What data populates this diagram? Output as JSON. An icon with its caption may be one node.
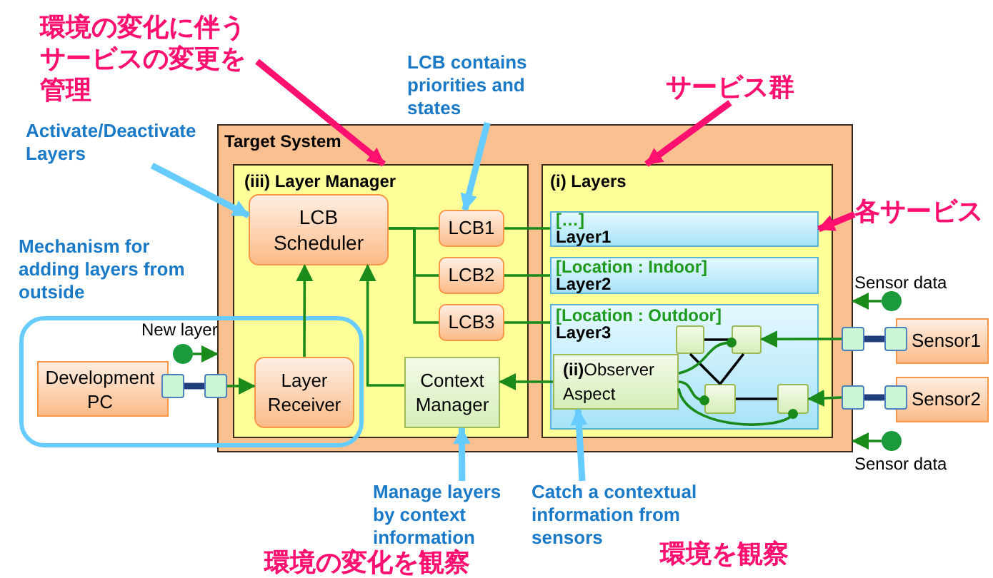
{
  "diagram": {
    "nodes": [
      {
        "text": [
          "Target System"
        ]
      },
      {
        "text": [
          "(iii) Layer Manager"
        ],
        "in": 0
      },
      {
        "text": [
          "LCB Scheduler"
        ],
        "in": 1
      },
      {
        "text": [
          "LCB1"
        ],
        "in": 1
      },
      {
        "text": [
          "LCB2"
        ],
        "in": 1
      },
      {
        "text": [
          "LCB3"
        ],
        "in": 1
      },
      {
        "text": [
          "Layer Receiver"
        ],
        "in": 1
      },
      {
        "text": [
          "Context Manager"
        ],
        "in": 1
      },
      {
        "text": [
          "(i) Layers"
        ],
        "in": 0
      },
      {
        "text": [
          "[…]",
          "Layer1"
        ],
        "in": 8
      },
      {
        "text": [
          "[Location : Indoor]",
          "Layer2"
        ],
        "in": 8
      },
      {
        "text": [
          "[Location : Outdoor]",
          "Layer3"
        ],
        "in": 8
      },
      {
        "text": [
          "**(ii)**Observer Aspect"
        ],
        "in": 11
      },
      {
        "text": [],
        "shape": "box",
        "in": 11
      },
      {
        "text": [],
        "shape": "box",
        "in": 11
      },
      {
        "text": [],
        "shape": "box",
        "in": 11
      },
      {
        "text": [],
        "shape": "box",
        "in": 11
      },
      {
        "text": [
          "Development PC"
        ]
      },
      {
        "text": [],
        "shape": "box"
      },
      {
        "text": [],
        "shape": "box"
      },
      {
        "text": [
          "Sensor1"
        ]
      },
      {
        "text": [
          "Sensor2"
        ]
      },
      {
        "text": [],
        "shape": "box"
      },
      {
        "text": [],
        "shape": "box"
      },
      {
        "text": [],
        "shape": "box"
      },
      {
        "text": [],
        "shape": "box"
      },
      {
        "text": [
          "環境の変化に伴うサービスの変更を管理"
        ]
      },
      {
        "text": [
          "LCB contains priorities and states"
        ]
      },
      {
        "text": [
          "Activate/Deactivate Layers"
        ]
      },
      {
        "text": [
          "サービス群"
        ]
      },
      {
        "text": [
          "各サービス"
        ]
      },
      {
        "text": [
          "Manage layers by context information"
        ]
      },
      {
        "text": [
          "Catch a contextual information from sensors"
        ]
      },
      {
        "text": [],
        "shape": "circle"
      },
      {
        "text": [],
        "shape": "circle"
      },
      {
        "text": [],
        "shape": "circle"
      }
    ],
    "edges": [
      {
        "from": 6,
        "to": 2,
        "arrow": "to"
      },
      {
        "from": 7,
        "to": 2,
        "arrow": "to"
      },
      {
        "from": 2,
        "to": 3,
        "arrow": "none"
      },
      {
        "from": 2,
        "to": 4,
        "arrow": "none"
      },
      {
        "from": 2,
        "to": 5,
        "arrow": "none"
      },
      {
        "from": 3,
        "to": 9,
        "arrow": "none"
      },
      {
        "from": 4,
        "to": 10,
        "arrow": "none"
      },
      {
        "from": 5,
        "to": 11,
        "arrow": "none"
      },
      {
        "from": 12,
        "to": 7,
        "arrow": "to"
      },
      {
        "from": 18,
        "to": 19,
        "arrow": "none",
        "style": "thick",
        "color": "#1f3f7a"
      },
      {
        "from": 19,
        "to": 6,
        "arrow": "to"
      },
      {
        "from": 23,
        "to": 22,
        "arrow": "none",
        "style": "thick",
        "color": "#1f3f7a"
      },
      {
        "from": 22,
        "to": 14,
        "arrow": "to"
      },
      {
        "from": 25,
        "to": 24,
        "arrow": "none",
        "style": "thick",
        "color": "#1f3f7a"
      },
      {
        "from": 24,
        "to": 16,
        "arrow": "to"
      },
      {
        "from": 13,
        "to": 14,
        "arrow": "none",
        "color": "#000000"
      },
      {
        "from": 13,
        "to": 15,
        "arrow": "none",
        "color": "#000000"
      },
      {
        "from": 14,
        "to": 15,
        "arrow": "none",
        "color": "#000000"
      },
      {
        "from": 15,
        "to": 16,
        "arrow": "none",
        "color": "#000000"
      },
      {
        "from": 12,
        "to": 14,
        "arrow": "other"
      },
      {
        "from": 12,
        "to": 15,
        "arrow": "other"
      },
      {
        "from": 12,
        "to": 16,
        "arrow": "other"
      },
      {
        "from": 26,
        "to": 1,
        "arrow": "to",
        "style": "thick",
        "color": "#ff0f6f"
      },
      {
        "from": 27,
        "to": 3,
        "arrow": "to",
        "style": "thick",
        "color": "#66ccff"
      },
      {
        "from": 28,
        "to": 2,
        "arrow": "to",
        "style": "thick",
        "color": "#66ccff"
      },
      {
        "from": 29,
        "to": 8,
        "arrow": "to",
        "style": "thick",
        "color": "#ff0f6f"
      },
      {
        "from": 30,
        "to": 9,
        "arrow": "to",
        "style": "thick",
        "color": "#ff0f6f"
      },
      {
        "from": 31,
        "to": 7,
        "arrow": "to",
        "style": "thick",
        "color": "#66ccff"
      },
      {
        "from": 32,
        "to": 12,
        "arrow": "to",
        "style": "thick",
        "color": "#66ccff"
      },
      {
        "from": 33,
        "to": 0,
        "arrow": "to",
        "label": "New layer"
      },
      {
        "from": 34,
        "to": 0,
        "arrow": "to",
        "label": "Sensor data"
      },
      {
        "from": 35,
        "to": 0,
        "arrow": "to",
        "label": "Sensor data"
      }
    ],
    "labels": [
      "Mechanism for adding layers from outside",
      "環境の変化を観察",
      "環境を観察"
    ]
  }
}
